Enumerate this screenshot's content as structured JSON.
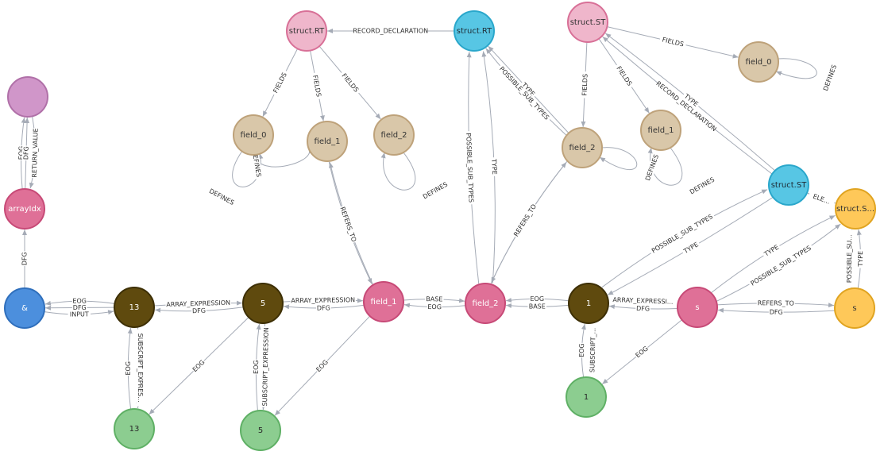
{
  "colors": {
    "edge": "#a5abb6",
    "label_text": "#2e2e2e"
  },
  "node_styles": {
    "function": {
      "fill": "#d096c9",
      "stroke": "#b070a8",
      "text": "#ffffff"
    },
    "pink_dark": {
      "fill": "#df7097",
      "stroke": "#c74a77",
      "text": "#ffffff"
    },
    "pink_light": {
      "fill": "#efb6cb",
      "stroke": "#d87097",
      "text": "#333333"
    },
    "blue_unary": {
      "fill": "#4c8fdd",
      "stroke": "#2f6fbc",
      "text": "#ffffff"
    },
    "cyan": {
      "fill": "#57c6e4",
      "stroke": "#2aa7cb",
      "text": "#1e2a33"
    },
    "olive": {
      "fill": "#5f4a0e",
      "stroke": "#3d2f05",
      "text": "#ffffff"
    },
    "green": {
      "fill": "#8ccd90",
      "stroke": "#5fb065",
      "text": "#2a2a2a"
    },
    "tan": {
      "fill": "#d9c7a9",
      "stroke": "#bea27a",
      "text": "#333333"
    },
    "amber": {
      "fill": "#fec859",
      "stroke": "#e0a421",
      "text": "#333333"
    }
  },
  "nodes": [
    {
      "id": "funcnode",
      "label": "",
      "style": "function"
    },
    {
      "id": "arrayidx",
      "label": "arrayIdx",
      "style": "pink_dark"
    },
    {
      "id": "amp",
      "label": "&",
      "style": "blue_unary"
    },
    {
      "id": "lit13",
      "label": "13",
      "style": "olive"
    },
    {
      "id": "lit5",
      "label": "5",
      "style": "olive"
    },
    {
      "id": "lit13g",
      "label": "13",
      "style": "green"
    },
    {
      "id": "lit5g",
      "label": "5",
      "style": "green"
    },
    {
      "id": "field1m",
      "label": "field_1",
      "style": "pink_dark"
    },
    {
      "id": "field2m",
      "label": "field_2",
      "style": "pink_dark"
    },
    {
      "id": "lit1",
      "label": "1",
      "style": "olive"
    },
    {
      "id": "lit1g",
      "label": "1",
      "style": "green"
    },
    {
      "id": "s_ref",
      "label": "s",
      "style": "pink_dark"
    },
    {
      "id": "s_var",
      "label": "s",
      "style": "amber"
    },
    {
      "id": "structs_amber",
      "label": "struct.S...",
      "style": "amber"
    },
    {
      "id": "struct_st_cyan",
      "label": "struct.ST",
      "style": "cyan"
    },
    {
      "id": "struct_rt_pink",
      "label": "struct.RT",
      "style": "pink_light"
    },
    {
      "id": "struct_rt_cyan",
      "label": "struct.RT",
      "style": "cyan"
    },
    {
      "id": "struct_st_pink",
      "label": "struct.ST",
      "style": "pink_light"
    },
    {
      "id": "rt_f0",
      "label": "field_0",
      "style": "tan"
    },
    {
      "id": "rt_f1",
      "label": "field_1",
      "style": "tan"
    },
    {
      "id": "rt_f2",
      "label": "field_2",
      "style": "tan"
    },
    {
      "id": "st_f0",
      "label": "field_0",
      "style": "tan"
    },
    {
      "id": "st_f1",
      "label": "field_1",
      "style": "tan"
    },
    {
      "id": "st_f2",
      "label": "field_2",
      "style": "tan"
    }
  ],
  "edges": [
    {
      "id": "e1",
      "label": "EOG"
    },
    {
      "id": "e2",
      "label": "DFG"
    },
    {
      "id": "e3",
      "label": "RETURN_VALUE"
    },
    {
      "id": "e4",
      "label": "DFG"
    },
    {
      "id": "e5",
      "label": "EOG"
    },
    {
      "id": "e6",
      "label": "DFG"
    },
    {
      "id": "e7",
      "label": "INPUT"
    },
    {
      "id": "e8",
      "label": "ARRAY_EXPRESSION"
    },
    {
      "id": "e9",
      "label": "DFG"
    },
    {
      "id": "e10",
      "label": "SUBSCRIPT_EXPRES..."
    },
    {
      "id": "e11",
      "label": "EOG"
    },
    {
      "id": "e12",
      "label": "EOG"
    },
    {
      "id": "e13",
      "label": "ARRAY_EXPRESSION"
    },
    {
      "id": "e14",
      "label": "DFG"
    },
    {
      "id": "e15",
      "label": "SUBSCRIPT_EXPRESSION"
    },
    {
      "id": "e16",
      "label": "EOG"
    },
    {
      "id": "e17",
      "label": "EOG"
    },
    {
      "id": "e18",
      "label": "BASE"
    },
    {
      "id": "e19",
      "label": "EOG"
    },
    {
      "id": "e20",
      "label": "DFG"
    },
    {
      "id": "e21",
      "label": "REFERS_TO"
    },
    {
      "id": "e22",
      "label": "BASE"
    },
    {
      "id": "e23",
      "label": "EOG"
    },
    {
      "id": "e24",
      "label": "TYPE"
    },
    {
      "id": "e25",
      "label": "POSSIBLE_SUB_TYPES"
    },
    {
      "id": "e26",
      "label": "DFG"
    },
    {
      "id": "e27",
      "label": "REFERS_TO"
    },
    {
      "id": "e28",
      "label": "DFG"
    },
    {
      "id": "e29",
      "label": "ARRAY_EXPRESSI..."
    },
    {
      "id": "e30",
      "label": "SUBSCRIPT_..."
    },
    {
      "id": "e31",
      "label": "EOG"
    },
    {
      "id": "e32",
      "label": "EOG"
    },
    {
      "id": "e33",
      "label": "POSSIBLE_SUB_TYPES"
    },
    {
      "id": "e34",
      "label": "TYPE"
    },
    {
      "id": "e35",
      "label": "TYPE"
    },
    {
      "id": "e36",
      "label": "POSSIBLE_SUB_TYPES"
    },
    {
      "id": "e37",
      "label": "REFERS_TO"
    },
    {
      "id": "e38",
      "label": "DFG"
    },
    {
      "id": "e39",
      "label": "POSSIBLE_SU..."
    },
    {
      "id": "e40",
      "label": "TYPE"
    },
    {
      "id": "e41",
      "label": "ELE..."
    },
    {
      "id": "e42",
      "label": "RECORD_DECLARATION"
    },
    {
      "id": "e43",
      "label": "FIELDS"
    },
    {
      "id": "e44",
      "label": "FIELDS"
    },
    {
      "id": "e45",
      "label": "FIELDS"
    },
    {
      "id": "e46",
      "label": "DEFINES"
    },
    {
      "id": "e47",
      "label": "DEFINES"
    },
    {
      "id": "e48",
      "label": "DEFINES"
    },
    {
      "id": "e49",
      "label": "RECORD_DECLARATION"
    },
    {
      "id": "e50",
      "label": "FIELDS"
    },
    {
      "id": "e51",
      "label": "FIELDS"
    },
    {
      "id": "e52",
      "label": "FIELDS"
    },
    {
      "id": "e53",
      "label": "DEFINES"
    },
    {
      "id": "e54",
      "label": "DEFINES"
    },
    {
      "id": "e55",
      "label": "DEFINES"
    },
    {
      "id": "e56",
      "label": "TYPE"
    },
    {
      "id": "e57",
      "label": "POSSIBLE_SUB_TYPES"
    },
    {
      "id": "e58",
      "label": "TYPE"
    }
  ]
}
